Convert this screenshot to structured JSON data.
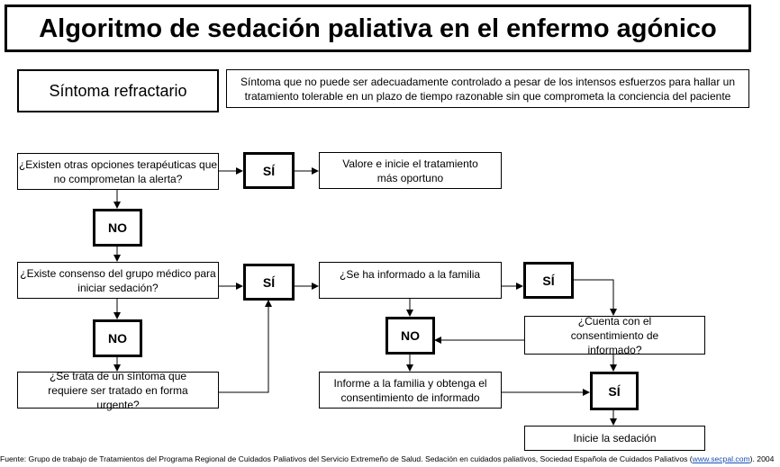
{
  "title": "Algoritmo de sedación paliativa en el enfermo agónico",
  "refractory": {
    "label": "Síntoma refractario",
    "definition": "Síntoma que no puede ser adecuadamente controlado a pesar de los intensos esfuerzos para hallar un tratamiento tolerable en un plazo de tiempo razonable sin que comprometa la conciencia del paciente"
  },
  "nodes": {
    "q_options": "¿Existen otras opciones terapéuticas que no comprometan la alerta?",
    "yes1": "SÍ",
    "treat": "Valore e inicie el tratamiento más oportuno",
    "no1": "NO",
    "q_consensus": "¿Existe consenso del grupo médico para iniciar sedación?",
    "yes2": "SÍ",
    "no2": "NO",
    "q_urgent": "¿Se trata de un síntoma que requiere ser tratado en forma urgente?",
    "q_family": "¿Se ha informado a la familia",
    "yes3": "SÍ",
    "q_consent": "¿Cuenta con el consentimiento de informado?",
    "no3": "NO",
    "inform": "Informe a la familia y obtenga el consentimiento de informado",
    "yes4": "SÍ",
    "start": "Inicie la sedación"
  },
  "footer": {
    "text": "Fuente: Grupo de trabajo de Tratamientos del Programa Regional de Cuidados Paliativos del Servicio Extremeño de Salud. Sedación en cuidados paliativos, Sociedad Española de Cuidados Paliativos (",
    "link": "www.secpal.com",
    "suffix": "). 2004"
  }
}
